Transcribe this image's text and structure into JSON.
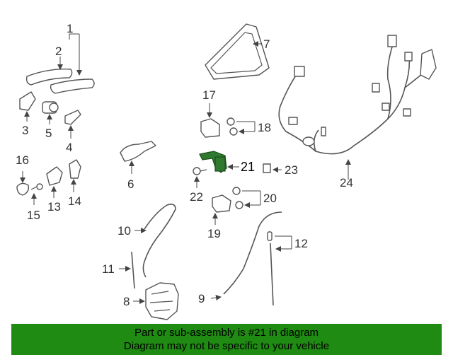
{
  "diagram": {
    "callouts": [
      "1",
      "2",
      "3",
      "4",
      "5",
      "6",
      "7",
      "8",
      "9",
      "10",
      "11",
      "12",
      "13",
      "14",
      "15",
      "16",
      "17",
      "18",
      "19",
      "20",
      "21",
      "22",
      "23",
      "24"
    ],
    "highlighted_callout": "21"
  },
  "banner": {
    "line1": "Part or sub-assembly is #21 in diagram",
    "line2": "Diagram may not be specific to your vehicle",
    "color": "#1f8b12"
  },
  "colors": {
    "highlight_part": "#2f7a2f",
    "linework": "#555555"
  }
}
